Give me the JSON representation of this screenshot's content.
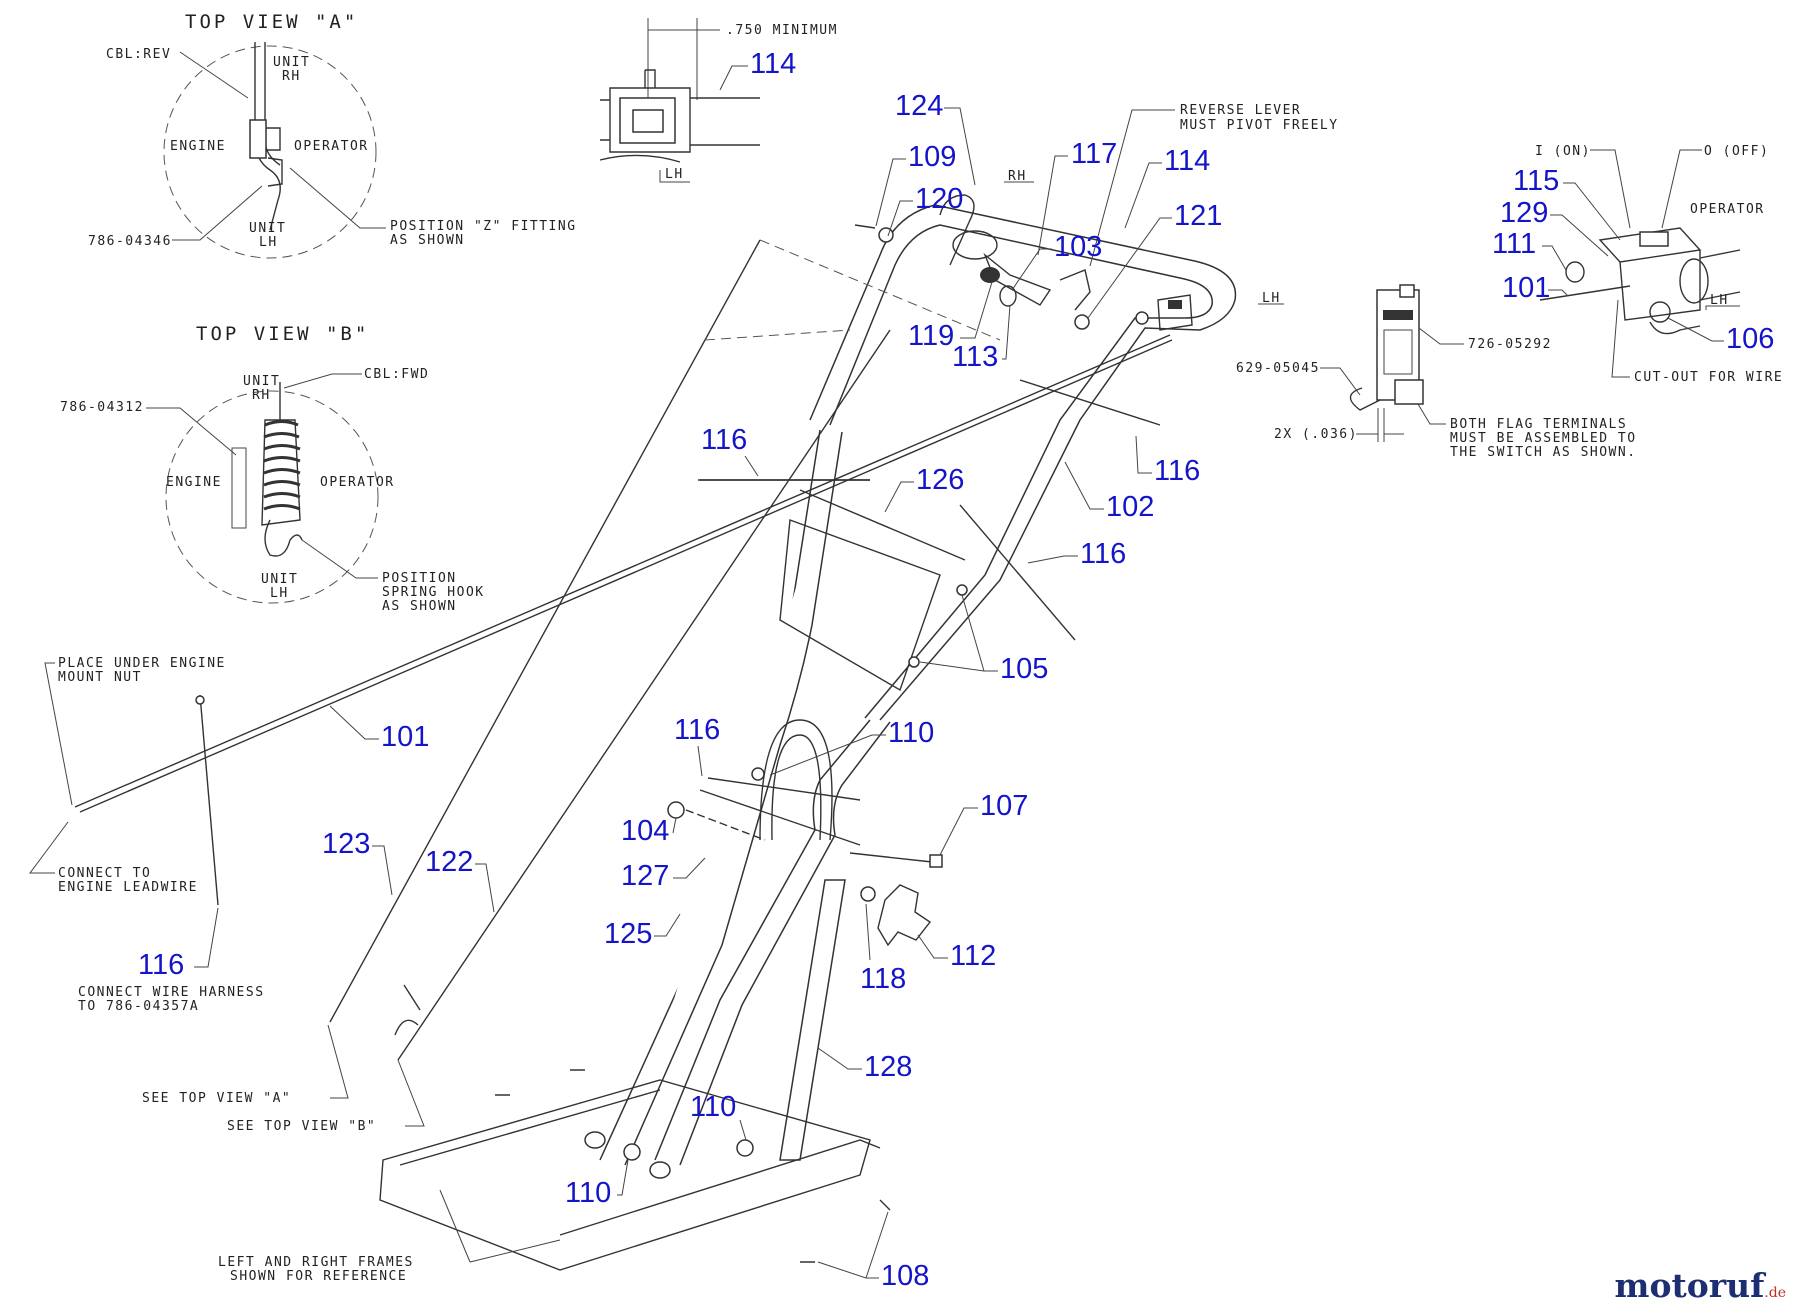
{
  "diagram": {
    "views": {
      "top_view_a": "TOP VIEW \"A\"",
      "top_view_b": "TOP VIEW \"B\""
    },
    "view_a_labels": {
      "cbl": "CBL:REV",
      "unit_rh_1": "UNIT",
      "unit_rh_2": "RH",
      "engine": "ENGINE",
      "operator": "OPERATOR",
      "unit_lh_1": "UNIT",
      "unit_lh_2": "LH",
      "part": "786-04346",
      "pos_z_1": "POSITION \"Z\" FITTING",
      "pos_z_2": "AS SHOWN"
    },
    "view_b_labels": {
      "cbl": "CBL:FWD",
      "unit_rh_1": "UNIT",
      "unit_rh_2": "RH",
      "engine": "ENGINE",
      "operator": "OPERATOR",
      "unit_lh_1": "UNIT",
      "unit_lh_2": "LH",
      "part": "786-04312",
      "pos_s_1": "POSITION",
      "pos_s_2": "SPRING HOOK",
      "pos_s_3": "AS SHOWN"
    },
    "notes": {
      "minimum": ".750 MINIMUM",
      "lh_top": "LH",
      "reverse_1": "REVERSE LEVER",
      "reverse_2": "MUST PIVOT FREELY",
      "rh_handle": "RH",
      "lh_handle": "LH",
      "switch_on": "I (ON)",
      "switch_off": "O (OFF)",
      "switch_operator": "OPERATOR",
      "switch_lh": "LH",
      "cutout": "CUT-OUT FOR WIRE",
      "part_726": "726-05292",
      "part_629": "629-05045",
      "gap": "2X (.036)",
      "flag_1": "BOTH FLAG TERMINALS",
      "flag_2": "MUST BE ASSEMBLED TO",
      "flag_3": "THE SWITCH AS SHOWN.",
      "engine_mount_1": "PLACE UNDER ENGINE",
      "engine_mount_2": "MOUNT NUT",
      "leadwire_1": "CONNECT TO",
      "leadwire_2": "ENGINE LEADWIRE",
      "harness_1": "CONNECT WIRE HARNESS",
      "harness_2": "TO 786-04357A",
      "see_a": "SEE TOP VIEW \"A\"",
      "see_b": "SEE TOP VIEW \"B\"",
      "frames_1": "LEFT AND RIGHT FRAMES",
      "frames_2": "SHOWN FOR REFERENCE"
    },
    "callouts": [
      "114",
      "124",
      "109",
      "120",
      "117",
      "114",
      "121",
      "103",
      "119",
      "113",
      "115",
      "129",
      "111",
      "101",
      "106",
      "116",
      "116",
      "126",
      "102",
      "116",
      "105",
      "101",
      "116",
      "110",
      "107",
      "104",
      "127",
      "123",
      "122",
      "125",
      "118",
      "112",
      "116",
      "128",
      "110",
      "110",
      "108"
    ]
  },
  "brand": {
    "name": "motoruf",
    "tld": ".de"
  }
}
